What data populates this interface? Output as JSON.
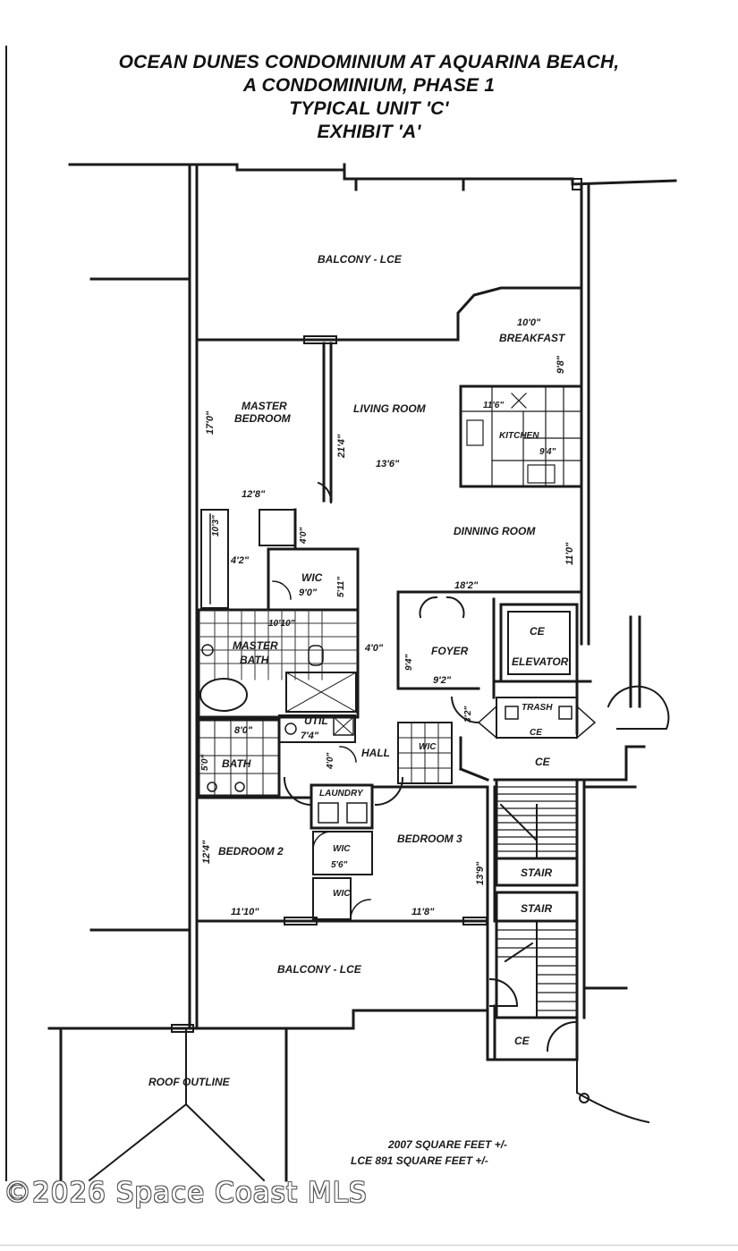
{
  "title": {
    "line1": "OCEAN DUNES CONDOMINIUM AT AQUARINA BEACH,",
    "line2": "A CONDOMINIUM, PHASE 1",
    "line3": "TYPICAL UNIT 'C'",
    "line4": "EXHIBIT 'A'"
  },
  "rooms": {
    "balcony_top": "BALCONY - LCE",
    "breakfast_dim": "10'0\"",
    "breakfast": "BREAKFAST",
    "breakfast_side": "9'8\"",
    "master_bedroom_1": "MASTER",
    "master_bedroom_2": "BEDROOM",
    "master_dim_v": "17'0\"",
    "master_dim_h": "12'8\"",
    "living_room": "LIVING ROOM",
    "living_dim_v": "21'4\"",
    "living_dim_h": "13'6\"",
    "kitchen_dim": "11'6\"",
    "kitchen": "KITCHEN",
    "kitchen_side": "9'4\"",
    "dining_room": "DINNING ROOM",
    "dining_dim_v": "11'0\"",
    "dining_dim_h": "18'2\"",
    "closet_dim": "10'3\"",
    "closet_dim2": "4'2\"",
    "closet_dim3": "4'0\"",
    "wic": "WIC",
    "wic_dim": "9'0\"",
    "wic_dim2": "5'11\"",
    "master_bath_dim": "10'10\"",
    "master_bath_1": "MASTER",
    "master_bath_2": "BATH",
    "hall_dim": "4'0\"",
    "foyer": "FOYER",
    "foyer_dim_v": "9'4\"",
    "foyer_dim_h": "9'2\"",
    "ce": "CE",
    "elevator": "ELEVATOR",
    "trash": "TRASH",
    "bath_dim": "8'0\"",
    "util": "UTIL",
    "util_dim": "7'4\"",
    "bath": "BATH",
    "bath_side": "5'0\"",
    "hall": "HALL",
    "hall_dim2": "4'0\"",
    "wic_small": "WIC",
    "ce_dim": "3'2\"",
    "laundry": "LAUNDRY",
    "bedroom2": "BEDROOM 2",
    "bedroom2_v": "12'4\"",
    "bedroom2_h": "11'10\"",
    "wic2": "WIC",
    "wic2_dim": "5'6\"",
    "wic3": "WIC",
    "bedroom3": "BEDROOM 3",
    "bedroom3_v": "13'9\"",
    "bedroom3_h": "11'8\"",
    "stair": "STAIR",
    "balcony_bottom": "BALCONY - LCE",
    "roof_outline": "ROOF OUTLINE"
  },
  "area_notes": {
    "line1": "2007 SQUARE FEET +/-",
    "line2": "LCE 891 SQUARE FEET +/-"
  },
  "watermark": "©2026 Space Coast MLS"
}
